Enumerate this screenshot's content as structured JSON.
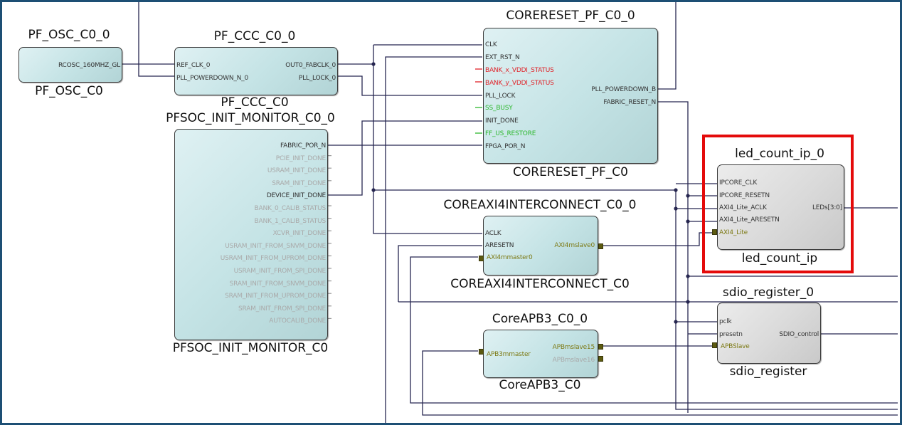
{
  "diagram": {
    "type": "SmartDesign schematic",
    "highlight_color": "#e40a0a",
    "wire_color": "#262650",
    "block_fill_teal": "#c4e3e5",
    "block_fill_grey": "#dadada",
    "port_colors": {
      "normal": "#333333",
      "disabled": "#a9a9a9",
      "red": "#e0242a",
      "green": "#2eb82e",
      "bus": "#7d7a15"
    }
  },
  "blocks": {
    "pf_osc": {
      "instance": "PF_OSC_C0_0",
      "component": "PF_OSC_C0",
      "outputs": [
        "RCOSC_160MHZ_GL"
      ]
    },
    "pf_ccc": {
      "instance": "PF_CCC_C0_0",
      "component": "PF_CCC_C0",
      "inputs": [
        "REF_CLK_0",
        "PLL_POWERDOWN_N_0"
      ],
      "outputs": [
        "OUT0_FABCLK_0",
        "PLL_LOCK_0"
      ]
    },
    "pfsoc_init_monitor": {
      "instance": "PFSOC_INIT_MONITOR_C0_0",
      "component": "PFSOC_INIT_MONITOR_C0",
      "outputs": [
        "FABRIC_POR_N",
        "PCIE_INIT_DONE",
        "USRAM_INIT_DONE",
        "SRAM_INIT_DONE",
        "DEVICE_INIT_DONE",
        "BANK_0_CALIB_STATUS",
        "BANK_1_CALIB_STATUS",
        "XCVR_INIT_DONE",
        "USRAM_INIT_FROM_SNVM_DONE",
        "USRAM_INIT_FROM_UPROM_DONE",
        "USRAM_INIT_FROM_SPI_DONE",
        "SRAM_INIT_FROM_SNVM_DONE",
        "SRAM_INIT_FROM_UPROM_DONE",
        "SRAM_INIT_FROM_SPI_DONE",
        "AUTOCALIB_DONE"
      ]
    },
    "corereset": {
      "instance": "CORERESET_PF_C0_0",
      "component": "CORERESET_PF_C0",
      "inputs": [
        "CLK",
        "EXT_RST_N",
        "BANK_x_VDDI_STATUS",
        "BANK_y_VDDI_STATUS",
        "PLL_LOCK",
        "SS_BUSY",
        "INIT_DONE",
        "FF_US_RESTORE",
        "FPGA_POR_N"
      ],
      "outputs": [
        "PLL_POWERDOWN_B",
        "FABRIC_RESET_N"
      ]
    },
    "coreaxi4": {
      "instance": "COREAXI4INTERCONNECT_C0_0",
      "component": "COREAXI4INTERCONNECT_C0",
      "inputs": [
        "ACLK",
        "ARESETN",
        "AXI4mmaster0"
      ],
      "outputs": [
        "AXI4mslave0"
      ]
    },
    "coreapb3": {
      "instance": "CoreAPB3_C0_0",
      "component": "CoreAPB3_C0",
      "inputs": [
        "APB3mmaster"
      ],
      "outputs": [
        "APBmslave15",
        "APBmslave16"
      ]
    },
    "led_count": {
      "instance": "led_count_ip_0",
      "component": "led_count_ip",
      "inputs": [
        "IPCORE_CLK",
        "IPCORE_RESETN",
        "AXI4_Lite_ACLK",
        "AXI4_Lite_ARESETN",
        "AXI4_Lite"
      ],
      "outputs": [
        "LEDs[3:0]"
      ]
    },
    "sdio": {
      "instance": "sdio_register_0",
      "component": "sdio_register",
      "inputs": [
        "pclk",
        "presetn",
        "APBSlave"
      ],
      "outputs": [
        "SDIO_control"
      ]
    }
  }
}
